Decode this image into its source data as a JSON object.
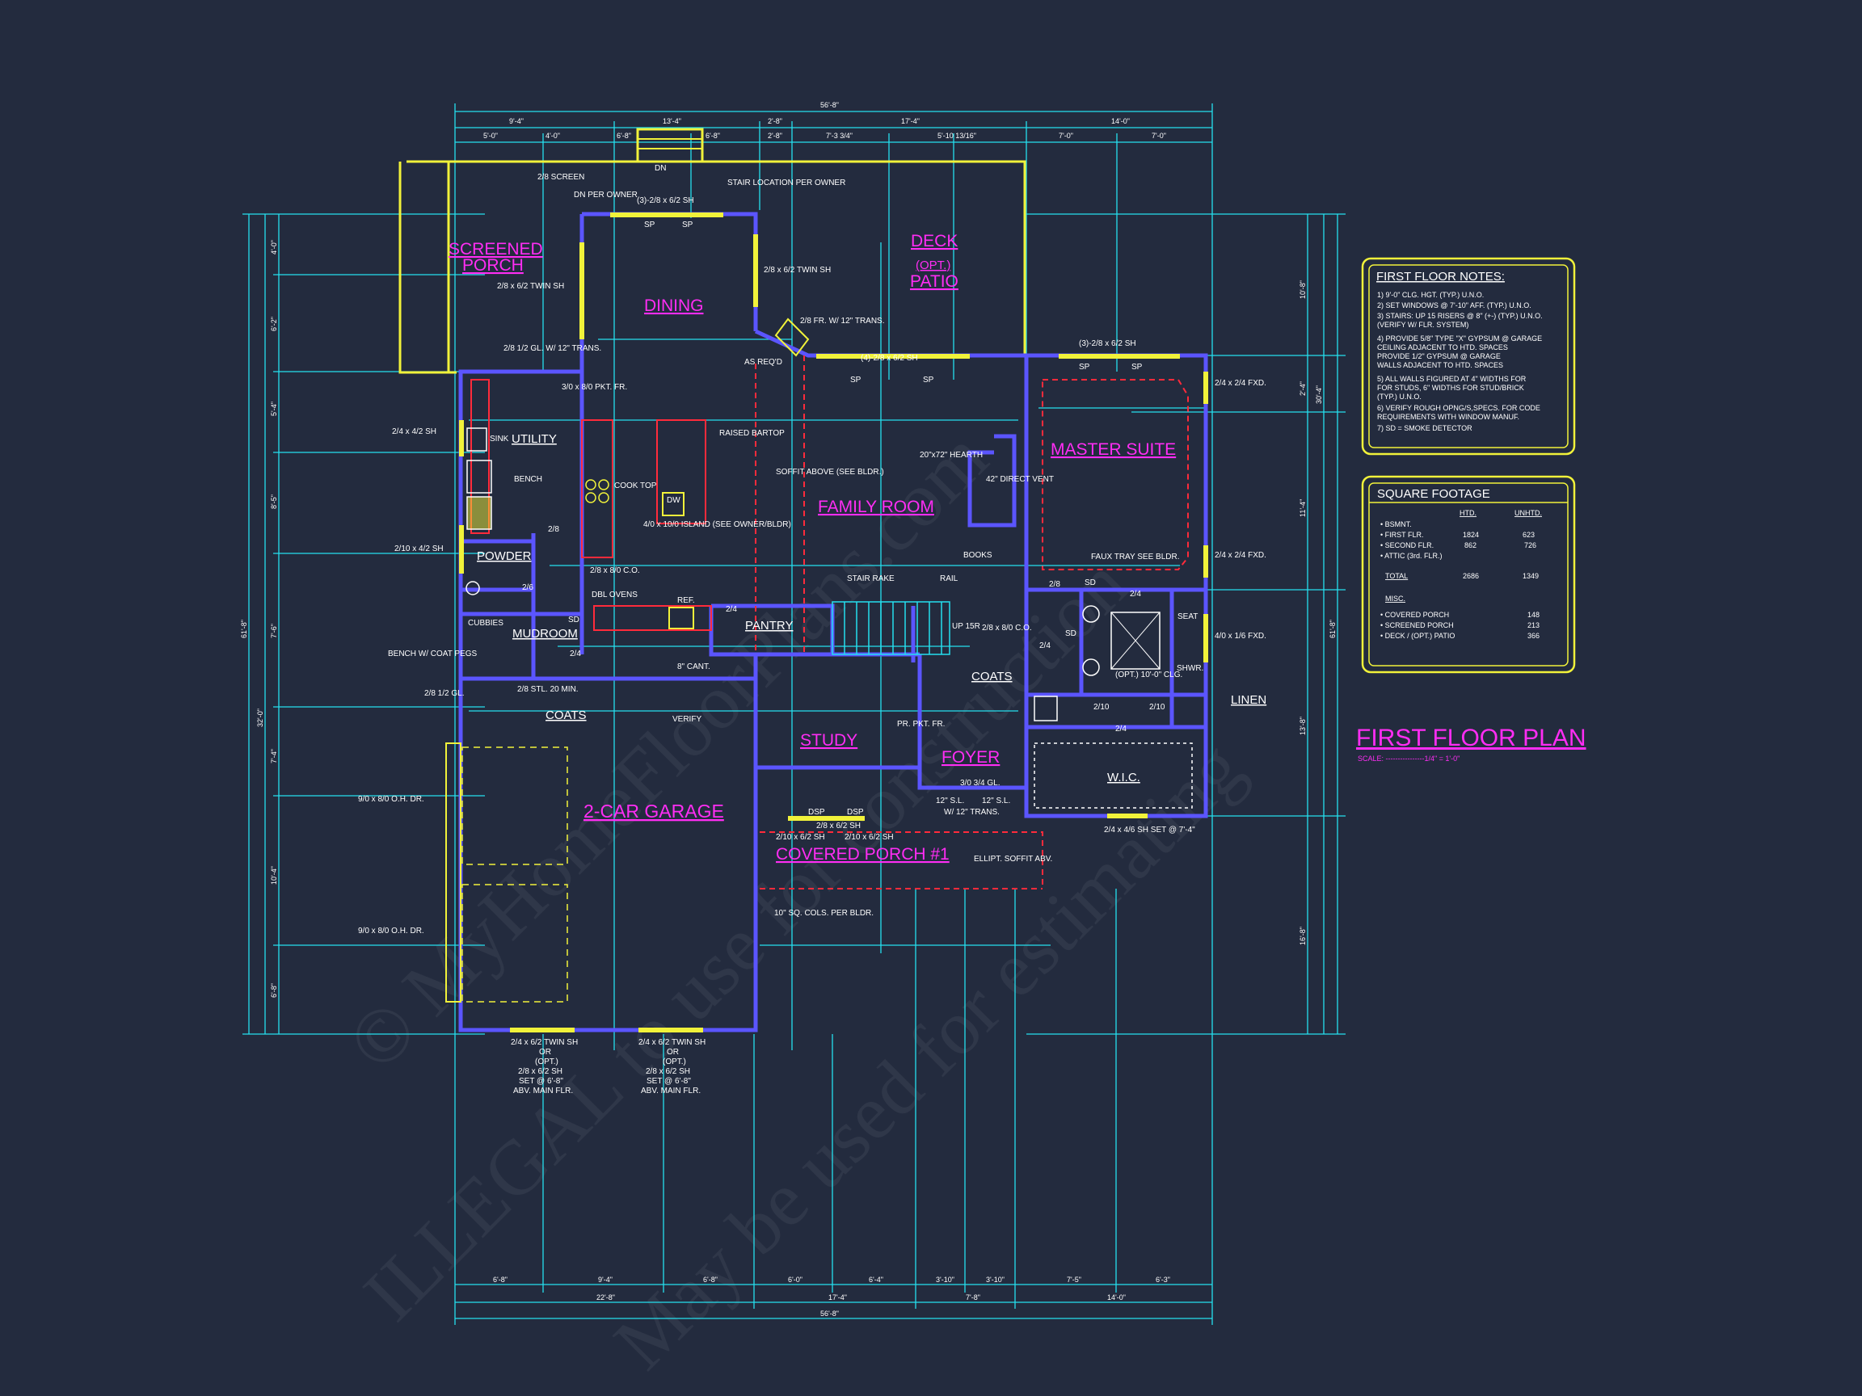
{
  "watermark": {
    "line1": "© MyHomeFloorPlans.com",
    "line2": "ILLEGAL to use for construction",
    "line3": "May be used for estimating"
  },
  "plan_title": "FIRST FLOOR PLAN",
  "plan_scale": "SCALE: ----------------1/4\" = 1'-0\"",
  "rooms": {
    "screened_porch": [
      "SCREENED",
      "PORCH"
    ],
    "dining": "DINING",
    "deck": [
      "DECK",
      "(OPT.)",
      "PATIO"
    ],
    "utility": "UTILITY",
    "family_room": "FAMILY ROOM",
    "master_suite": "MASTER SUITE",
    "powder": "POWDER",
    "mudroom": "MUDROOM",
    "pantry": "PANTRY",
    "coats_left": "COATS",
    "coats_right": "COATS",
    "linen": "LINEN",
    "study": "STUDY",
    "foyer": "FOYER",
    "wic": "W.I.C.",
    "garage": "2-CAR GARAGE",
    "covered_porch": "COVERED PORCH #1"
  },
  "notes_panel": {
    "title": "FIRST FLOOR NOTES:",
    "lines": [
      "1) 9'-0\" CLG. HGT. (TYP.) U.N.O.",
      "2) SET WINDOWS @ 7'-10\" AFF. (TYP.) U.N.O.",
      "3) STAIRS: UP 15 RISERS @ 8\" (+-) (TYP.) U.N.O.",
      "   (VERIFY W/ FLR. SYSTEM)",
      "4) PROVIDE 5/8\" TYPE \"X\" GYPSUM @ GARAGE",
      "   CEILING ADJACENT TO HTD. SPACES",
      "   PROVIDE 1/2\" GYPSUM @ GARAGE",
      "   WALLS ADJACENT TO HTD. SPACES",
      "5) ALL WALLS FIGURED AT 4\" WIDTHS FOR",
      "   FOR STUDS, 6\" WIDTHS FOR STUD/BRICK",
      "   (TYP.) U.N.O.",
      "6) VERIFY ROUGH OPNG/S,SPECS. FOR CODE",
      "   REQUIREMENTS WITH WINDOW MANUF.",
      "7) SD = SMOKE DETECTOR"
    ]
  },
  "sqft_panel": {
    "title": "SQUARE FOOTAGE",
    "col_htd": "HTD.",
    "col_unhtd": "UNHTD.",
    "rows": [
      {
        "label": "• BSMNT.",
        "htd": "",
        "unhtd": ""
      },
      {
        "label": "• FIRST FLR.",
        "htd": "1824",
        "unhtd": "623"
      },
      {
        "label": "• SECOND FLR.",
        "htd": "862",
        "unhtd": "726"
      },
      {
        "label": "• ATTIC (3rd. FLR.)",
        "htd": "",
        "unhtd": ""
      },
      {
        "label": "TOTAL",
        "htd": "2686",
        "unhtd": "1349"
      }
    ],
    "misc_title": "MISC.",
    "misc_rows": [
      {
        "label": "• COVERED PORCH",
        "unhtd": "148"
      },
      {
        "label": "• SCREENED PORCH",
        "unhtd": "213"
      },
      {
        "label": "• DECK / (OPT.) PATIO",
        "unhtd": "366"
      }
    ]
  },
  "top_dims": {
    "overall": "56'-8\"",
    "row2": [
      "9'-4\"",
      "13'-4\"",
      "2'-8\"",
      "17'-4\"",
      "14'-0\""
    ],
    "row3": [
      "5'-0\"",
      "4'-0\"",
      "6'-8\"",
      "6'-8\"",
      "2'-8\"",
      "7'-3 3/4\"",
      "5'-10 13/16\"",
      "7'-0\"",
      "7'-0\""
    ]
  },
  "bottom_dims": {
    "row1": [
      "6'-8\"",
      "9'-4\"",
      "6'-8\"",
      "6'-0\"",
      "6'-4\"",
      "3'-10\"",
      "3'-10\"",
      "7'-5\"",
      "6'-3\""
    ],
    "row2": [
      "22'-8\"",
      "17'-4\"",
      "7'-8\"",
      "14'-0\""
    ],
    "overall": "56'-8\""
  },
  "left_dims": {
    "overall": "61'-8\"",
    "second": "32'-0\"",
    "segments": [
      "4'-0\"",
      "6'-2\"",
      "5'-4\"",
      "8'-5\"",
      "7'-6\"",
      "7'-4\"",
      "10'-4\"",
      "6'-8\""
    ]
  },
  "right_dims": {
    "overall": "61'-8\"",
    "second": "30'-4\"",
    "segments": [
      "10'-8\"",
      "2'-4\"",
      "11'-4\"",
      "13'-8\"",
      "16'-8\""
    ]
  },
  "annotations": {
    "dn_top": "DN",
    "screen": "2/8 SCREEN",
    "dn_per_owner": "DN PER OWNER",
    "stair_location": "STAIR LOCATION PER OWNER",
    "dining_window": "(3)-2/8 x 6/2 SH",
    "sp": "SP",
    "twin_sh_dining": "2/8 x 6/2 TWIN SH",
    "twin_sh_porch": "2/8 x 6/2 TWIN SH",
    "fr_trans": "2/8 FR. W/ 12\" TRANS.",
    "as_reqd": "AS REQ'D",
    "deck_window": "(4)-2/8 x 6/2 SH",
    "master_window": "(3)-2/8 x 6/2 SH",
    "fxd1": "2/4 x 2/4 FXD.",
    "fxd2": "2/4 x 2/4 FXD.",
    "fxd3": "4/0 x 1/6 FXD.",
    "util_trans": "2/8 1/2 GL. W/ 12\" TRANS.",
    "pkt_fr": "3/0 x 8/0 PKT. FR.",
    "sh_24_42": "2/4 x 4/2 SH",
    "sh_210_42": "2/10 x 4/2 SH",
    "sink": "SINK",
    "bench": "BENCH",
    "cooktop": "COOK TOP",
    "raised_bartop": "RAISED BARTOP",
    "dw": "DW",
    "island": "4/0 x 10/0 ISLAND (SEE OWNER/BLDR)",
    "soffit_above": "SOFFIT ABOVE (SEE BLDR.)",
    "hearth": "20\"x72\" HEARTH",
    "direct_vent": "42\" DIRECT VENT",
    "books": "BOOKS",
    "faux_tray": "FAUX TRAY SEE BLDR.",
    "stair_rake": "STAIR RAKE",
    "rail": "RAIL",
    "up_15r": "UP 15R",
    "co1": "2/8 x 8/0 C.O.",
    "co2": "2/8 x 8/0 C.O.",
    "dbl_ovens": "DBL OVENS",
    "ref": "REF.",
    "cubbies": "CUBBIES",
    "bench_coat": "BENCH W/ COAT PEGS",
    "gl_half": "2/8 1/2 GL.",
    "stl": "2/8 STL. 20 MIN.",
    "cant": "8\" CANT.",
    "verify": "VERIFY",
    "pr_pkt": "PR. PKT. FR.",
    "seat": "SEAT",
    "shwr": "SHWR.",
    "opt_gl": "(OPT.) 10'-0\" CLG.",
    "sd": "SD",
    "sh_wic": "2/4 x 4/6 SH SET @ 7'-4\"",
    "foyer_door": "3/0 3/4 GL.",
    "sl": "12\" S.L.",
    "foyer_trans": "W/ 12\" TRANS.",
    "dsp": "DSP",
    "study_win1": "2/8 x 6/2 SH",
    "study_win2": "2/10 x 6/2 SH",
    "ellipt": "ELLIPT. SOFFIT ABV.",
    "cols": "10\" SQ. COLS. PER BLDR.",
    "oh1": "9/0 x 8/0 O.H. DR.",
    "oh2": "9/0 x 8/0 O.H. DR.",
    "garage_win": [
      "2/4 x 6/2 TWIN SH",
      "OR",
      "(OPT.)",
      "2/8 x 6/2 SH",
      "SET @ 6'-8\"",
      "ABV. MAIN FLR."
    ],
    "d24": "2/4",
    "d28": "2/8",
    "d26": "2/6",
    "d210": "2/10"
  },
  "colors": {
    "background": "#232b3e",
    "walls": "#5b55ff",
    "dimension": "#25e0ef",
    "deck": "#f1f23a",
    "label": "#ff2df4",
    "cabinet": "#ff2b3b"
  }
}
